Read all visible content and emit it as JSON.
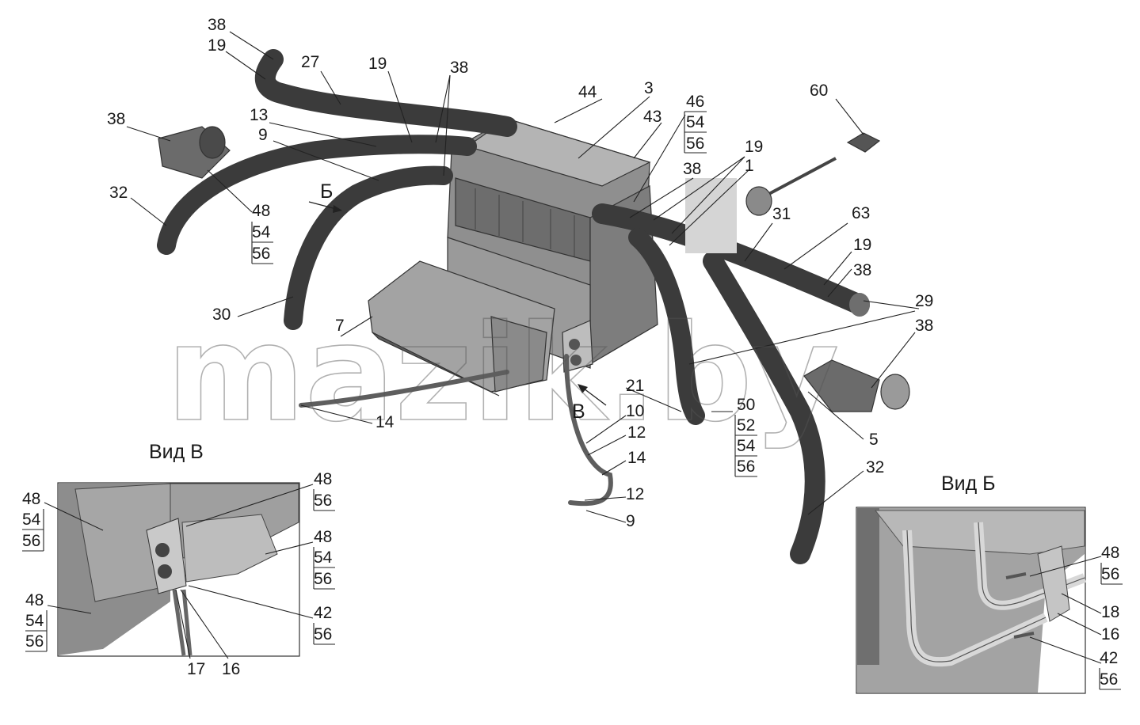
{
  "watermark": "mazik.by",
  "view_b_title": "Вид В",
  "view_v_title": "Вид Б",
  "arrow_b": "Б",
  "arrow_v": "В",
  "labels": {
    "l38a": "38",
    "l19a": "19",
    "l27": "27",
    "l19b": "19",
    "l38b": "38",
    "l44": "44",
    "l3": "3",
    "l43": "43",
    "l46": "46",
    "l54a": "54",
    "l56a": "56",
    "l60": "60",
    "l38c": "38",
    "l13": "13",
    "l9a": "9",
    "l32a": "32",
    "l48a": "48",
    "l54b": "54",
    "l56b": "56",
    "l19c": "19",
    "l1": "1",
    "l38d": "38",
    "l31": "31",
    "l63": "63",
    "l19d": "19",
    "l38e": "38",
    "l30": "30",
    "l7": "7",
    "l29": "29",
    "l38f": "38",
    "l21": "21",
    "l10": "10",
    "l50": "50",
    "l52": "52",
    "l54c": "54",
    "l56c": "56",
    "l14a": "14",
    "l12a": "12",
    "l14b": "14",
    "l5": "5",
    "l32b": "32",
    "l12b": "12",
    "l9b": "9",
    "vb48a": "48",
    "vb54a": "54",
    "vb56a": "56",
    "vb48b": "48",
    "vb56b": "56",
    "vb48c": "48",
    "vb54c": "54",
    "vb56c": "56",
    "vb48d": "48",
    "vb54d": "54",
    "vb56d": "56",
    "vb42": "42",
    "vb56e": "56",
    "vb17": "17",
    "vb16": "16",
    "vv48": "48",
    "vv56a": "56",
    "vv18": "18",
    "vv16": "16",
    "vv42": "42",
    "vv56b": "56"
  },
  "colors": {
    "hose": "#3b3b3b",
    "housing": "#8f8f8f",
    "housing_dark": "#6d6d6d",
    "housing_light": "#b4b4b4"
  }
}
